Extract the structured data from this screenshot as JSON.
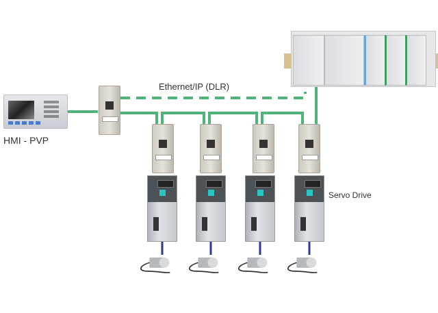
{
  "labels": {
    "network": "Ethernet/IP (DLR)",
    "hmi": "HMI - PVP",
    "servo": "Servo Drive"
  },
  "colors": {
    "ethernet": "#4fb477",
    "motor_cable": "#2a3a8c"
  }
}
